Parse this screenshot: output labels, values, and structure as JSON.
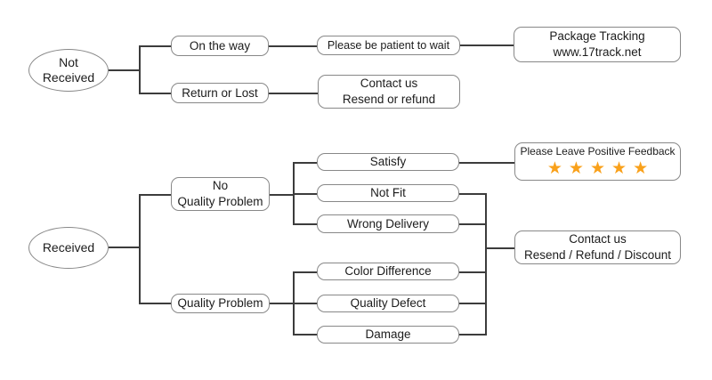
{
  "diagram": {
    "colors": {
      "background": "#ffffff",
      "box_border": "#888888",
      "line": "#3c3c3c",
      "text": "#1c1c1c",
      "star": "#F9A11B"
    },
    "top_tree": {
      "root": {
        "line1": "Not",
        "line2": "Received"
      },
      "on_the_way": "On the way",
      "please_wait": "Please be patient to wait",
      "package_tracking": {
        "line1": "Package Tracking",
        "line2": "www.17track.net"
      },
      "return_or_lost": "Return or Lost",
      "contact_us": {
        "line1": "Contact us",
        "line2": "Resend or refund"
      }
    },
    "bottom_tree": {
      "root": "Received",
      "no_quality_problem": {
        "line1": "No",
        "line2": "Quality Problem"
      },
      "quality_problem": "Quality Problem",
      "satisfy": "Satisfy",
      "not_fit": "Not Fit",
      "wrong_delivery": "Wrong Delivery",
      "color_difference": "Color Difference",
      "quality_defect": "Quality Defect",
      "damage": "Damage",
      "feedback": {
        "title": "Please Leave Positive Feedback",
        "star_glyph": "★",
        "star_count": 5
      },
      "contact_us": {
        "line1": "Contact us",
        "line2": "Resend / Refund / Discount"
      }
    }
  }
}
